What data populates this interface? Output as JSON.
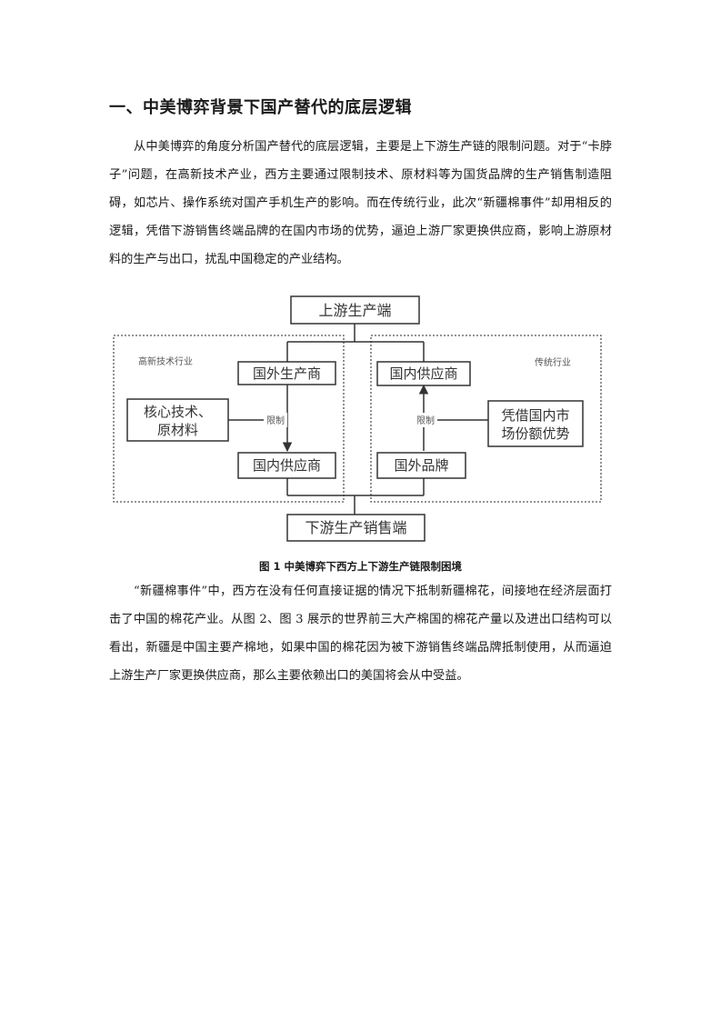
{
  "section": {
    "heading": "一、中美博弈背景下国产替代的底层逻辑"
  },
  "paragraphs": {
    "intro": "从中美博弈的角度分析国产替代的底层逻辑，主要是上下游生产链的限制问题。对于“卡脖子”问题，在高新技术产业，西方主要通过限制技术、原材料等为国货品牌的生产销售制造阻碍，如芯片、操作系统对国产手机生产的影响。而在传统行业，此次“新疆棉事件”却用相反的逻辑，凭借下游销售终端品牌的在国内市场的优势，逼迫上游厂家更换供应商，影响上游原材料的生产与出口，扰乱中国稳定的产业结构。",
    "cotton": "“新疆棉事件”中，西方在没有任何直接证据的情况下抵制新疆棉花，间接地在经济层面打击了中国的棉花产业。从图 2、图 3 展示的世界前三大产棉国的棉花产量以及进出口结构可以看出，新疆是中国主要产棉地，如果中国的棉花因为被下游销售终端品牌抵制使用，从而逼迫上游生产厂家更换供应商，那么主要依赖出口的美国将会从中受益。"
  },
  "diagram": {
    "upstream": "上游生产端",
    "downstream": "下游生产销售端",
    "left_group_label": "高新技术行业",
    "right_group_label": "传统行业",
    "foreign_producer": "国外生产商",
    "domestic_supplier_left": "国内供应商",
    "core_tech_line1": "核心技术、",
    "core_tech_line2": "原材料",
    "restrict_left": "限制",
    "domestic_supplier_right": "国内供应商",
    "foreign_brand": "国外品牌",
    "market_adv_line1": "凭借国内市",
    "market_adv_line2": "场份额优势",
    "restrict_right": "限制"
  },
  "figure": {
    "caption": "图 1  中美博弈下西方上下游生产链限制困境"
  }
}
